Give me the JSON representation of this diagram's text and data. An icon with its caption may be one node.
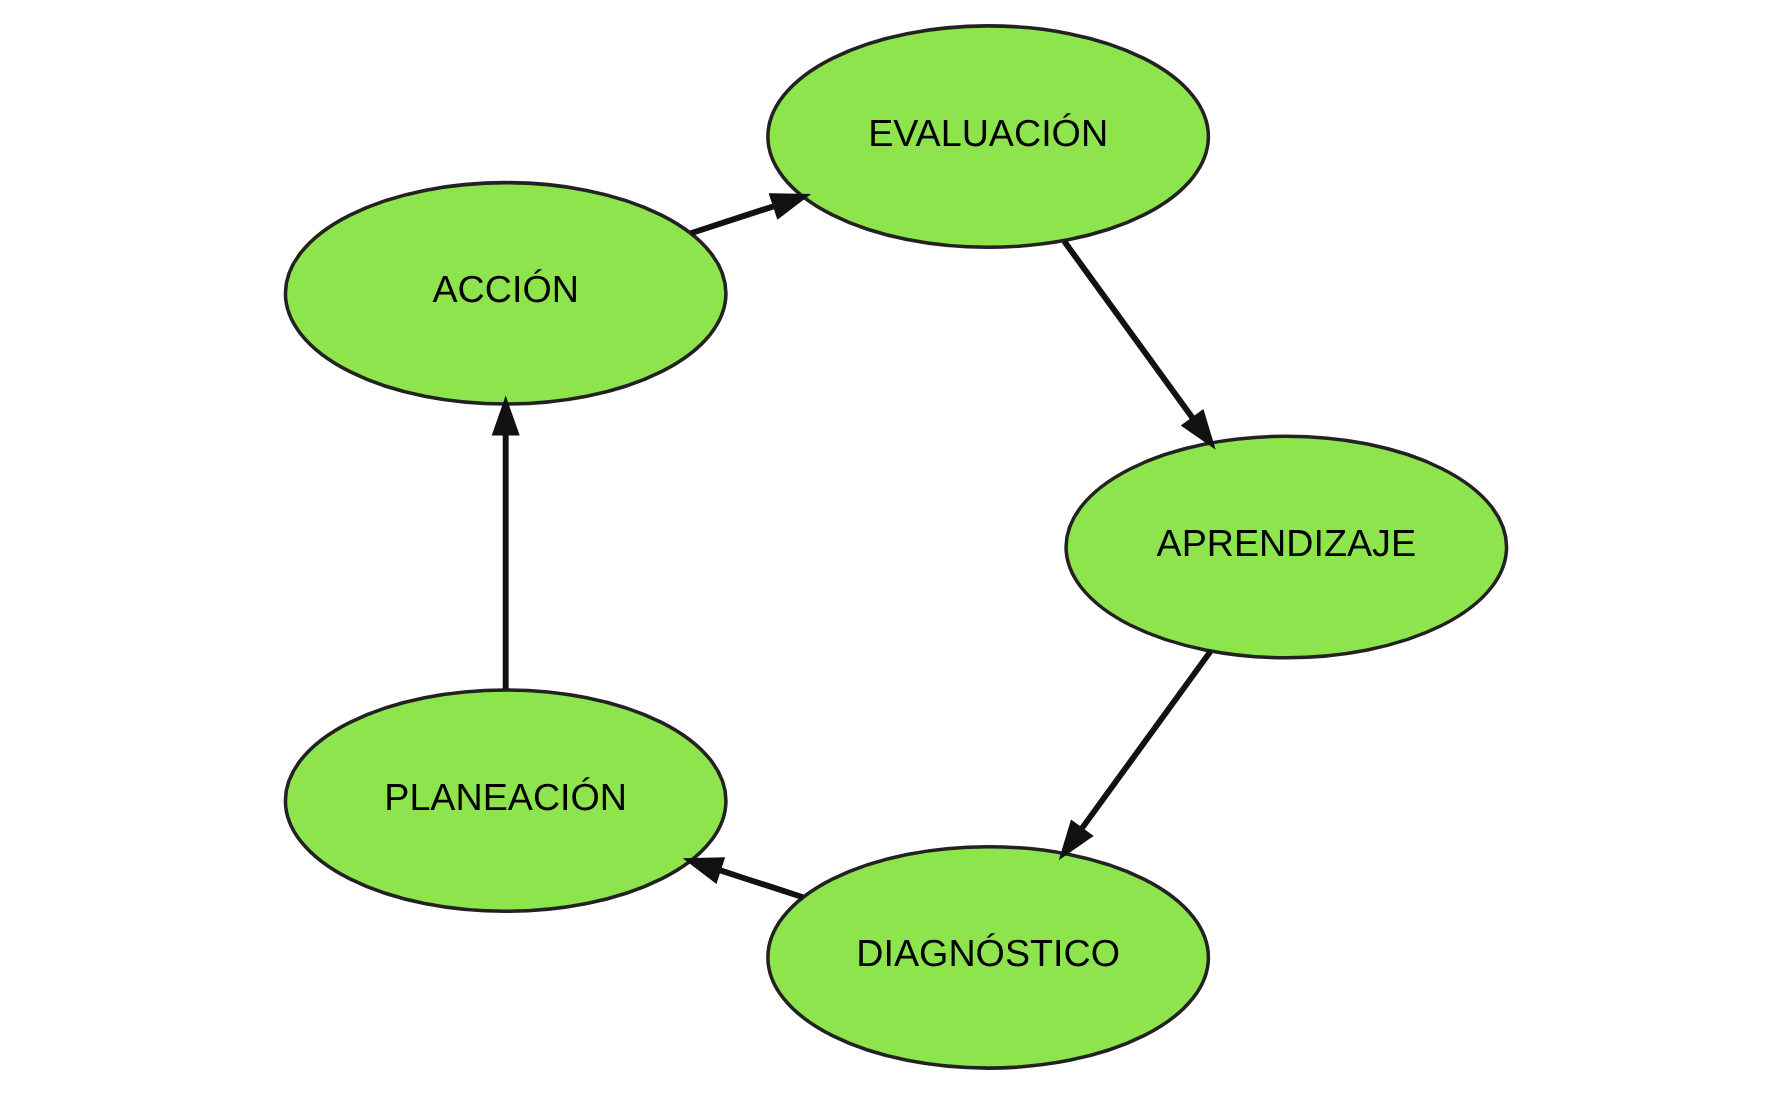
{
  "diagram": {
    "nodes": [
      {
        "text": [
          "DIAGNÓSTICO"
        ]
      },
      {
        "text": [
          "PLANEACIÓN"
        ]
      },
      {
        "text": [
          "ACCIÓN"
        ]
      },
      {
        "text": [
          "EVALUACIÓN"
        ]
      },
      {
        "text": [
          "APRENDIZAJE"
        ]
      }
    ],
    "edges": [
      {
        "from": 0,
        "to": 1,
        "arrow": "to"
      },
      {
        "from": 1,
        "to": 2,
        "arrow": "to"
      },
      {
        "from": 2,
        "to": 3,
        "arrow": "to"
      },
      {
        "from": 3,
        "to": 4,
        "arrow": "to"
      },
      {
        "from": 4,
        "to": 0,
        "arrow": "to"
      }
    ]
  }
}
